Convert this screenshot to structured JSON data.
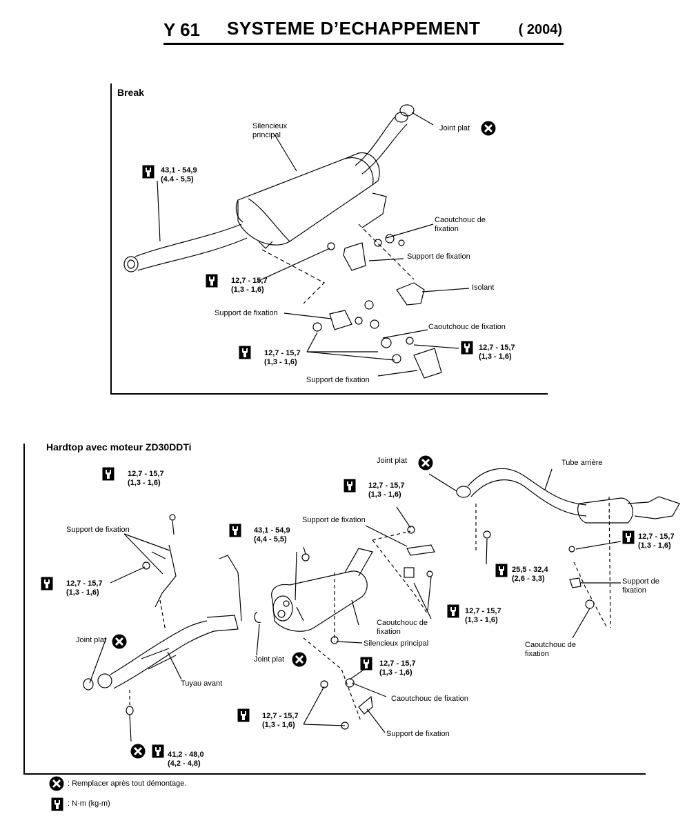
{
  "header": {
    "model": "Y 61",
    "title": "SYSTEME D’ECHAPPEMENT",
    "year": "( 2004)"
  },
  "break_section": {
    "label": "Break",
    "labels": {
      "silencieux": "Silencieux\nprincipal",
      "joint_plat": "Joint plat",
      "caoutchouc_1": "Caoutchouc de\nfixation",
      "support_1": "Support de fixation",
      "isolant": "Isolant",
      "support_2": "Support de fixation",
      "caoutchouc_2": "Caoutchouc de fixation",
      "support_3": "Support de fixation"
    },
    "torques": {
      "t1": "43,1 - 54,9\n(4.4 - 5,5)",
      "t2": "12,7 - 15,7\n(1,3 - 1,6)",
      "t3": "12,7 - 15,7\n(1,3 - 1,6)",
      "t4": "12,7 - 15,7\n(1,3 - 1,6)"
    }
  },
  "hardtop_section": {
    "label": "Hardtop avec moteur ZD30DDTi",
    "labels": {
      "joint_plat_top": "Joint plat",
      "tube_arriere": "Tube arrière",
      "support_a": "Support de fixation",
      "support_b": "Support de fixation",
      "support_c": "Support de\nfixation",
      "joint_plat_left": "Joint plat",
      "joint_plat_mid": "Joint plat",
      "tuyau_avant": "Tuyau avant",
      "caoutchouc_a": "Caoutchouc de\nfixation",
      "silencieux": "Silencieux principal",
      "caoutchouc_b": "Caoutchouc de\nfixation",
      "caoutchouc_c": "Caoutchouc de fixation",
      "support_d": "Support de fixation"
    },
    "torques": {
      "h1": "12,7 - 15,7\n(1,3 - 1,6)",
      "h2": "12,7 - 15,7\n(1,3 - 1,6)",
      "h3": "43,1 - 54,9\n(4,4 - 5,5)",
      "h4": "12,7 - 15,7\n(1,3 - 1,6)",
      "h5": "25,5 - 32,4\n(2,6 - 3,3)",
      "h6": "12,7 - 15,7\n(1,3 - 1,6)",
      "h7": "12,7 - 15,7\n(1,3 - 1,6)",
      "h8": "12,7 - 15,7\n(1,3 - 1,6)",
      "h9": "12,7 - 15,7\n(1,3 - 1,6)",
      "h10": "41,2 - 48,0\n(4,2 - 4,8)"
    }
  },
  "legend": {
    "replace": ": Remplacer après tout démontage.",
    "units": ": N·m (kg-m)"
  }
}
